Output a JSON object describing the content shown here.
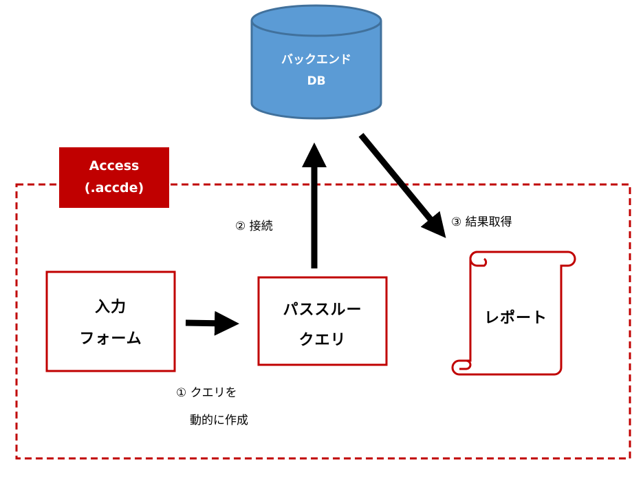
{
  "database": {
    "line1": "バックエンド",
    "line2": "DB"
  },
  "access_tag": {
    "line1": "Access",
    "line2": "(.accde)"
  },
  "input_form": {
    "line1": "入力",
    "line2": "フォーム"
  },
  "pass_through_query": {
    "line1": "パススルー",
    "line2": "クエリ"
  },
  "report": {
    "label": "レポート"
  },
  "steps": {
    "step1_line1": "① クエリを",
    "step1_line2": "動的に作成",
    "step2": "② 接続",
    "step3": "③ 結果取得"
  },
  "colors": {
    "db_fill": "#5b9bd5",
    "db_stroke": "#41719c",
    "accent_red": "#c00000",
    "arrow": "#000000"
  }
}
